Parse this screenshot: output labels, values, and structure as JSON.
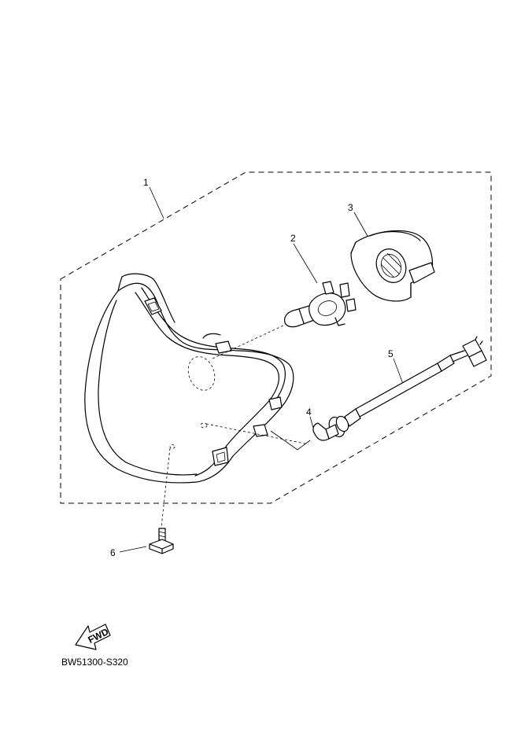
{
  "callouts": [
    {
      "id": "part-1",
      "label": "1"
    },
    {
      "id": "part-2",
      "label": "2"
    },
    {
      "id": "part-3",
      "label": "3"
    },
    {
      "id": "part-4",
      "label": "4"
    },
    {
      "id": "part-5",
      "label": "5"
    },
    {
      "id": "part-6",
      "label": "6"
    }
  ],
  "fwd_arrow": {
    "label": "FWD"
  },
  "diagram_code": "BW51300-S320"
}
